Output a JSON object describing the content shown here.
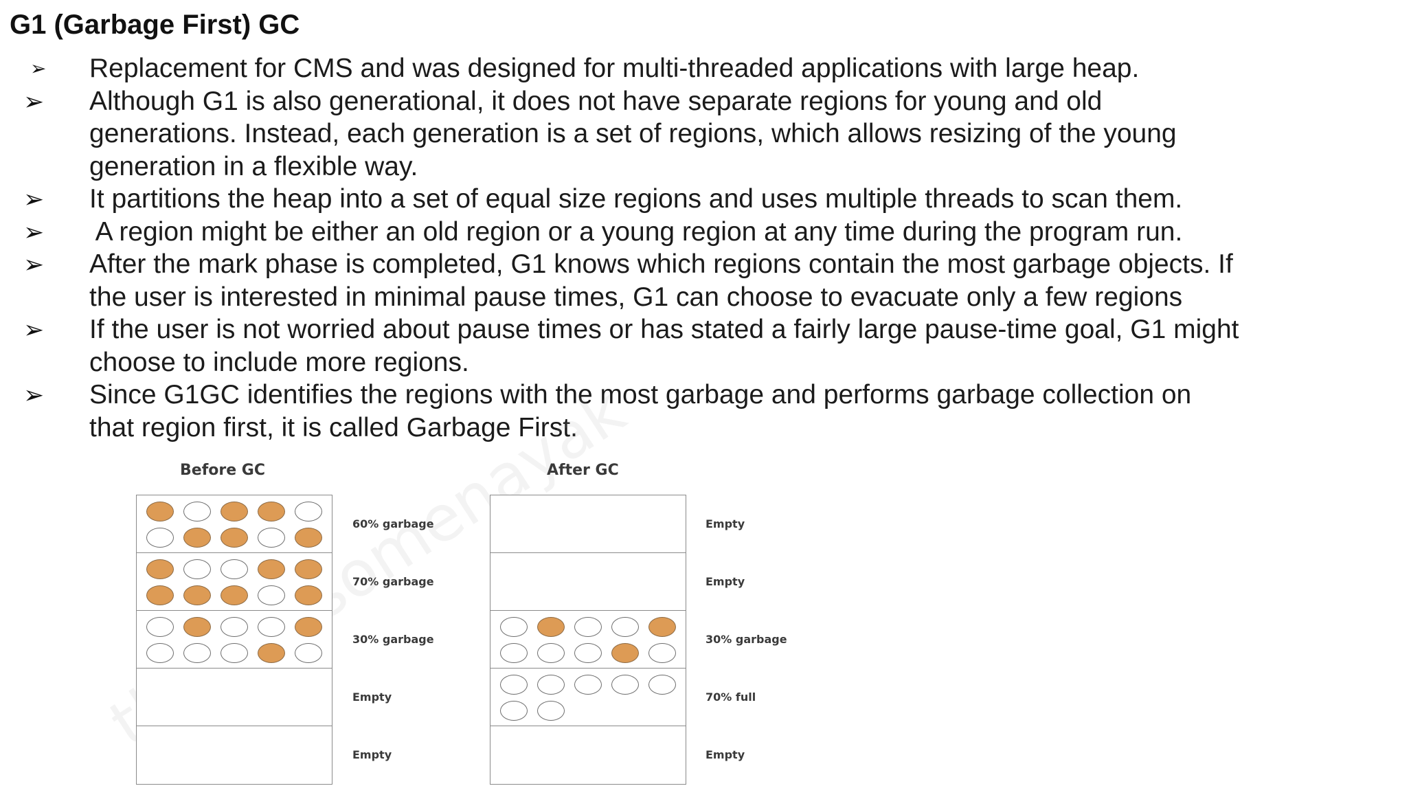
{
  "title": "G1 (Garbage First) GC",
  "bullets": [
    {
      "lines": [
        "Replacement for CMS and was designed for multi-threaded applications with large heap."
      ],
      "marker": "small"
    },
    {
      "lines": [
        "Although G1 is also generational, it does not have separate regions for young and old",
        "generations. Instead, each generation is a set of regions, which allows resizing of the young",
        "generation in a flexible way."
      ],
      "marker": "big"
    },
    {
      "lines": [
        "It partitions the heap into a set of equal size regions and uses multiple threads to scan them."
      ],
      "marker": "big"
    },
    {
      "lines": [
        " A region might be either an old region or a young region at any time during the program run."
      ],
      "marker": "big"
    },
    {
      "lines": [
        "After the mark phase is completed, G1 knows which regions contain the most garbage objects. If",
        "the user is interested in minimal pause times, G1 can choose to evacuate only a few regions"
      ],
      "marker": "big"
    },
    {
      "lines": [
        "If the user is not worried about pause times or has stated a fairly large pause-time goal, G1 might",
        "choose to include more regions."
      ],
      "marker": "big"
    },
    {
      "lines": [
        "Since G1GC identifies the regions with the most garbage and performs garbage collection on",
        "that region first, it is called Garbage First."
      ],
      "marker": "big"
    }
  ],
  "arrow_glyph": "➢",
  "diagram": {
    "watermark": "theawesomenayak",
    "before": {
      "title": "Before GC",
      "regions": [
        {
          "label": "60% garbage",
          "rows": [
            [
              1,
              0,
              1,
              1,
              0
            ],
            [
              0,
              1,
              1,
              0,
              1
            ]
          ]
        },
        {
          "label": "70% garbage",
          "rows": [
            [
              1,
              0,
              0,
              1,
              1
            ],
            [
              1,
              1,
              1,
              0,
              1
            ]
          ]
        },
        {
          "label": "30% garbage",
          "rows": [
            [
              0,
              1,
              0,
              0,
              1
            ],
            [
              0,
              0,
              0,
              1,
              0
            ]
          ]
        },
        {
          "label": "Empty",
          "rows": []
        },
        {
          "label": "Empty",
          "rows": []
        }
      ]
    },
    "after": {
      "title": "After GC",
      "regions": [
        {
          "label": "Empty",
          "rows": []
        },
        {
          "label": "Empty",
          "rows": []
        },
        {
          "label": "30% garbage",
          "rows": [
            [
              0,
              1,
              0,
              0,
              1
            ],
            [
              0,
              0,
              0,
              1,
              0
            ]
          ]
        },
        {
          "label": "70% full",
          "rows": [
            [
              0,
              0,
              0,
              0,
              0
            ],
            [
              0,
              0
            ]
          ]
        },
        {
          "label": "Empty",
          "rows": []
        }
      ]
    }
  }
}
